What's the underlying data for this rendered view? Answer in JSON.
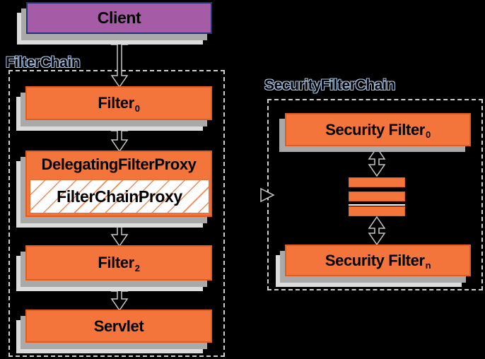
{
  "client": {
    "label": "Client"
  },
  "filterchain": {
    "title": "FilterChain",
    "filter0": {
      "base": "Filter",
      "sub": "0"
    },
    "delegating_proxy": {
      "label": "DelegatingFilterProxy"
    },
    "filterchain_proxy": {
      "label": "FilterChainProxy"
    },
    "filter2": {
      "base": "Filter",
      "sub": "2"
    },
    "servlet": {
      "label": "Servlet"
    }
  },
  "security_filterchain": {
    "title": "SecurityFilterChain",
    "filter0": {
      "base": "Security Filter",
      "sub": "0"
    },
    "filtern": {
      "base": "Security Filter",
      "sub": "n"
    }
  },
  "colors": {
    "background": "#000000",
    "box_orange": "#f4753c",
    "box_orange_border": "#e05c20",
    "client_purple": "#a55ba6",
    "client_border": "#282f7e",
    "shadow_dark": "#a9a9a9",
    "shadow_light": "#dcdcdc",
    "dashed_border": "#cfcfcf",
    "label_outline": "#a9c4e4",
    "hatch_line": "#ef8a5a",
    "arrow_outline": "#c8c8c8"
  }
}
